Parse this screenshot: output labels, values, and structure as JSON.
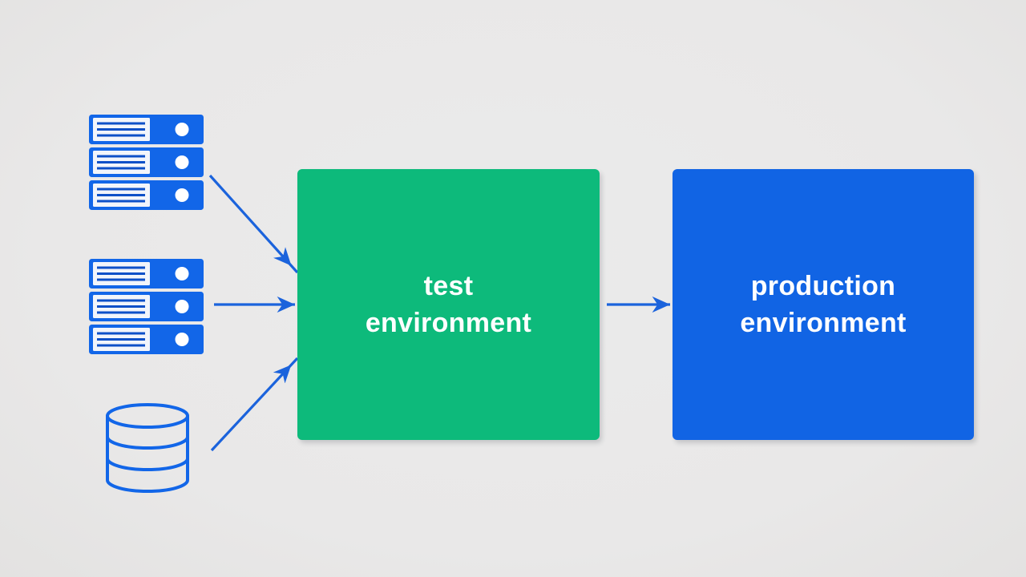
{
  "diagram": {
    "nodes": [
      {
        "id": "test-environment",
        "label": "test environment",
        "color": "#0dba7b",
        "text_color": "#ffffff"
      },
      {
        "id": "production-environment",
        "label": "production environment",
        "color": "#1164e4",
        "text_color": "#ffffff"
      }
    ],
    "sources": [
      {
        "name": "server-stack-1",
        "icon": "server-stack-icon"
      },
      {
        "name": "server-stack-2",
        "icon": "server-stack-icon"
      },
      {
        "name": "database",
        "icon": "database-icon"
      }
    ],
    "flows": [
      {
        "from": "server-stack-1",
        "to": "test-environment"
      },
      {
        "from": "server-stack-2",
        "to": "test-environment"
      },
      {
        "from": "database",
        "to": "test-environment"
      },
      {
        "from": "test-environment",
        "to": "production-environment"
      }
    ],
    "colors": {
      "background": "#e9e9e9",
      "icon_blue": "#1266e8",
      "icon_line_blue": "#0d50c8",
      "arrow_blue": "#1b63dc",
      "panel_white": "#f2f5fb"
    }
  }
}
